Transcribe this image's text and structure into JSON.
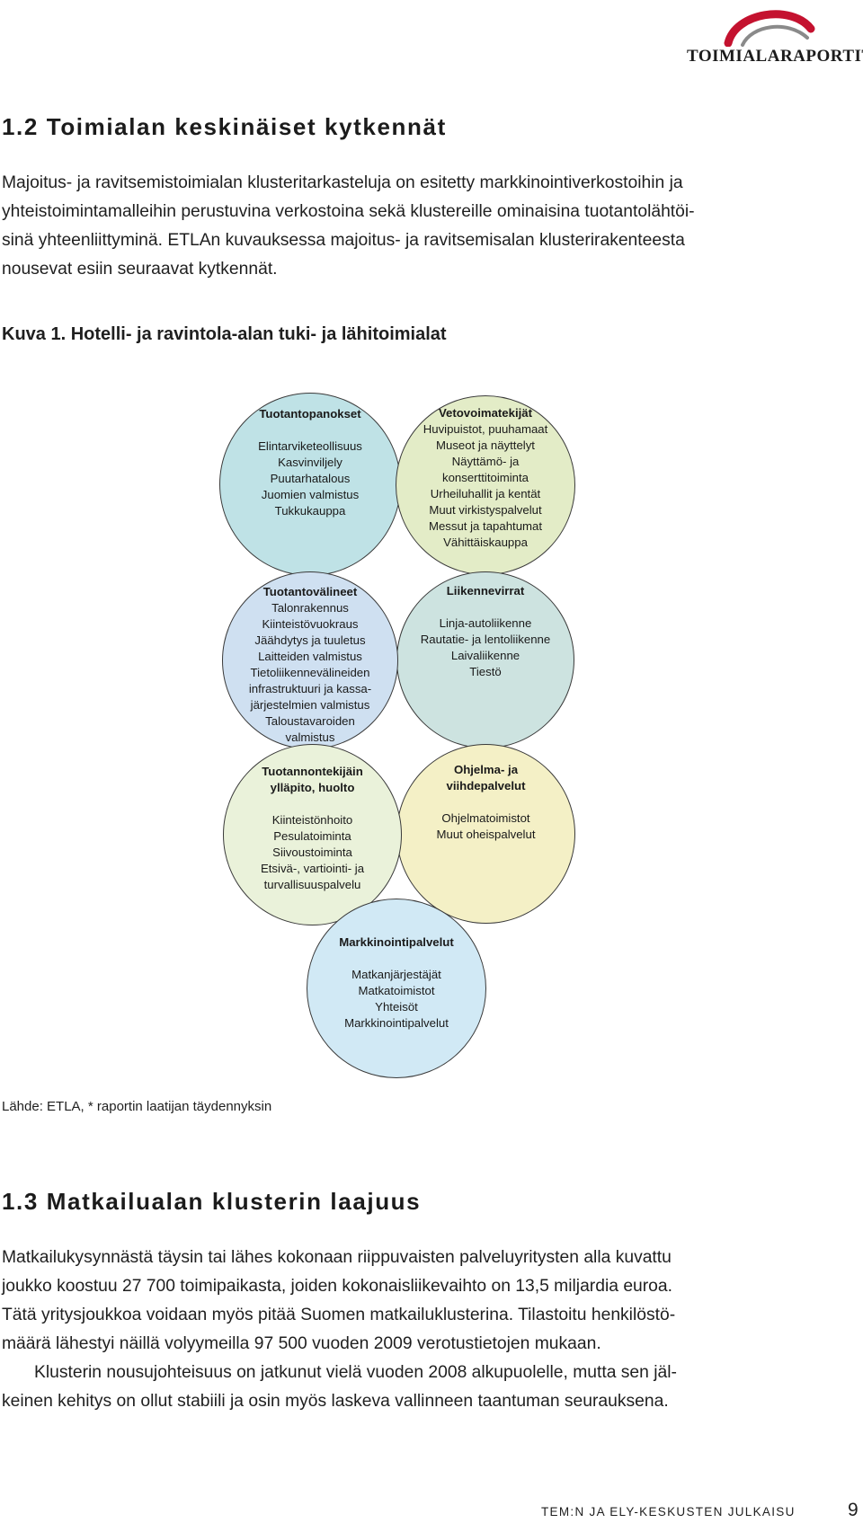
{
  "brand": {
    "name": "TOIMIALARAPORTIT",
    "logo_colors": [
      "#c4122f",
      "#8a8a8a"
    ]
  },
  "section_1_2": {
    "heading": "1.2 Toimialan keskinäiset kytkennät",
    "lines": [
      "Majoitus- ja ravitsemistoimialan klusteritarkasteluja on esitetty markkinointiverkostoihin ja",
      "yhteistoimintamalleihin perustuvina verkostoina sekä klustereille ominaisina tuotantolähtöi-",
      "sinä yhteenliittyminä. ETLAn kuvauksessa majoitus- ja ravitsemisalan klusterirakenteesta",
      "nousevat esiin seuraavat kytkennät."
    ]
  },
  "figure": {
    "caption": "Kuva 1. Hotelli- ja ravintola-alan tuki- ja lähitoimialat",
    "source": "Lähde: ETLA, * raportin laatijan täydennyksin",
    "circles": [
      {
        "title": "Tuotantopanokset",
        "items": [
          "Elintarviketeollisuus",
          "Kasvinviljely",
          "Puutarhatalous",
          "Juomien valmistus",
          "Tukkukauppa"
        ],
        "fill": "#bfe2e6"
      },
      {
        "title": "Vetovoimatekijät",
        "items": [
          "Huvipuistot, puuhamaat",
          "Museot ja näyttelyt",
          "Näyttämö- ja",
          "konserttitoiminta",
          "Urheiluhallit ja kentät",
          "Muut virkistyspalvelut",
          "Messut ja tapahtumat",
          "Vähittäiskauppa"
        ],
        "fill": "#e3ecc7"
      },
      {
        "title": "Tuotantovälineet",
        "items": [
          "Talonrakennus",
          "Kiinteistövuokraus",
          "Jäähdytys ja tuuletus",
          "Laitteiden valmistus",
          "Tietoliikennevälineiden",
          "infrastruktuuri ja kassa-",
          "järjestelmien valmistus",
          "Taloustavaroiden",
          "valmistus"
        ],
        "fill": "#cfe0f1"
      },
      {
        "title": "Liikennevirrat",
        "items": [
          "Linja-autoliikenne",
          "Rautatie- ja lentoliikenne",
          "Laivaliikenne",
          "Tiestö"
        ],
        "fill": "#cde3e0"
      },
      {
        "title": "Tuotannontekijäin ylläpito, huolto",
        "title_lines": [
          "Tuotannontekijäin",
          "ylläpito, huolto"
        ],
        "items": [
          "Kiinteistönhoito",
          "Pesulatoiminta",
          "Siivoustoiminta",
          "Etsivä-, vartiointi- ja",
          "turvallisuuspalvelu"
        ],
        "fill": "#eaf2da"
      },
      {
        "title": "Ohjelma- ja viihdepalvelut",
        "title_lines": [
          "Ohjelma- ja",
          "viihdepalvelut"
        ],
        "items": [
          "Ohjelmatoimistot",
          "Muut oheispalvelut"
        ],
        "fill": "#f4f0c6"
      },
      {
        "title": "Markkinointipalvelut",
        "items": [
          "Matkanjärjestäjät",
          "Matkatoimistot",
          "Yhteisöt",
          "Markkinointipalvelut"
        ],
        "fill": "#d1e9f5"
      }
    ]
  },
  "section_1_3": {
    "heading": "1.3 Matkailualan klusterin laajuus",
    "lines": [
      "Matkailukysynnästä täysin tai lähes kokonaan riippuvaisten palveluyritysten alla kuvattu",
      "joukko koostuu 27 700 toimipaikasta, joiden kokonaisliikevaihto on 13,5 miljardia euroa.",
      "Tätä yritysjoukkoa voidaan myös pitää Suomen matkailuklusterina. Tilastoitu henkilöstö-",
      "määrä lähestyi näillä volyymeilla 97 500 vuoden 2009 verotustietojen mukaan."
    ],
    "lines_indented": [
      "Klusterin nousujohteisuus on jatkunut vielä vuoden 2008 alkupuolelle, mutta sen jäl-",
      "keinen kehitys on  ollut stabiili ja osin myös laskeva vallinneen taantuman seurauksena."
    ]
  },
  "footer": {
    "publisher": "TEM:N JA ELY-KESKUSTEN JULKAISU",
    "page_number": "9"
  }
}
